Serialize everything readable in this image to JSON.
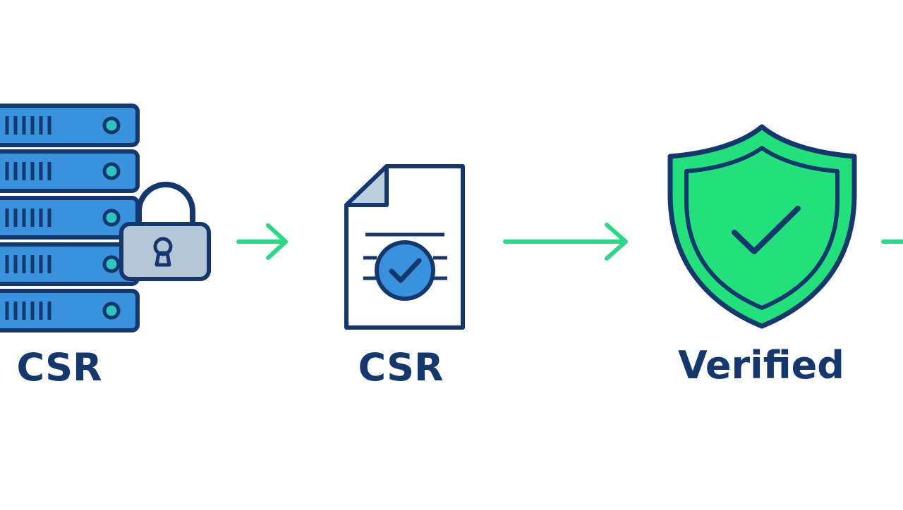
{
  "steps": [
    {
      "icon": "server-lock-icon",
      "label": "CSR"
    },
    {
      "icon": "document-check-icon",
      "label": "CSR"
    },
    {
      "icon": "shield-check-icon",
      "label": "Verified"
    }
  ],
  "colors": {
    "outline": "#14386e",
    "server_fill": "#3b92dc",
    "lock_fill": "#b5c6d6",
    "doc_fold": "#bccfdc",
    "badge_fill": "#3b92dc",
    "shield_fill": "#22e07a",
    "arrow": "#2ad985",
    "label": "#14386e",
    "background": "#ffffff"
  }
}
